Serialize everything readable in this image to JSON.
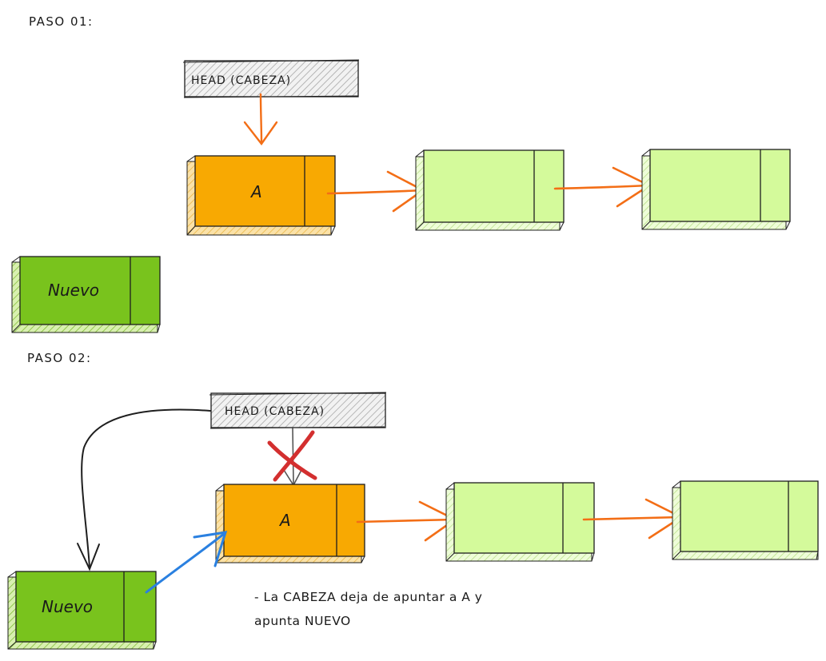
{
  "step1": {
    "title": "PASO 01:",
    "head_label": "HEAD (CABEZA)",
    "node_a_label": "A",
    "new_node_label": "Nuevo"
  },
  "step2": {
    "title": "PASO 02:",
    "head_label": "HEAD (CABEZA)",
    "node_a_label": "A",
    "new_node_label": "Nuevo",
    "note_line1": "- La CABEZA deja de apuntar a A y",
    "note_line2": "apunta NUEVO"
  },
  "colors": {
    "node_a": "#f8a902",
    "node_empty": "#d4fa9b",
    "node_new": "#79c31d",
    "head_box": "#d8d8d8",
    "arrow_orange": "#f36e16",
    "arrow_blue": "#2a80e0",
    "cross_red": "#d32f2f",
    "stroke": "#1e1e1e"
  }
}
